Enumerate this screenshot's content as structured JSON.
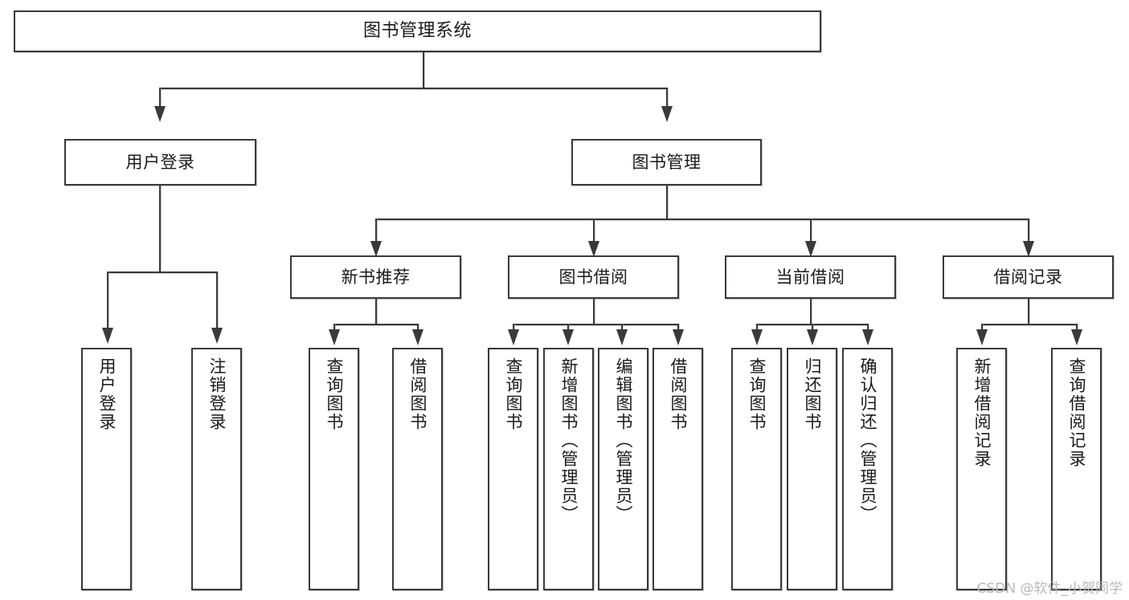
{
  "diagram": {
    "type": "tree",
    "title": "图书管理系统",
    "root": {
      "label": "图书管理系统"
    },
    "level1": [
      {
        "label": "用户登录"
      },
      {
        "label": "图书管理"
      }
    ],
    "level2": [
      {
        "label": "新书推荐"
      },
      {
        "label": "图书借阅"
      },
      {
        "label": "当前借阅"
      },
      {
        "label": "借阅记录"
      }
    ],
    "leaves": {
      "user_login": [
        {
          "label": "用户登录"
        },
        {
          "label": "注销登录"
        }
      ],
      "new_book_recommend": [
        {
          "label": "查询图书"
        },
        {
          "label": "借阅图书"
        }
      ],
      "book_borrow": [
        {
          "label": "查询图书"
        },
        {
          "label": "新增图书（管理员）"
        },
        {
          "label": "编辑图书（管理员）"
        },
        {
          "label": "借阅图书"
        }
      ],
      "current_borrow": [
        {
          "label": "查询图书"
        },
        {
          "label": "归还图书"
        },
        {
          "label": "确认归还（管理员）"
        }
      ],
      "borrow_record": [
        {
          "label": "新增借阅记录"
        },
        {
          "label": "查询借阅记录"
        }
      ]
    }
  },
  "watermark": {
    "text": "CSDN @软件_小贺同学"
  },
  "colors": {
    "background": "#ffffff",
    "stroke": "#3a3a3a",
    "text": "#1a1a1a",
    "watermark": "#b9b9b9"
  }
}
